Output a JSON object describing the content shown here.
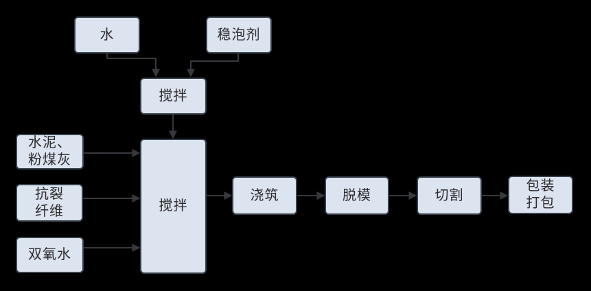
{
  "palette": {
    "canvas_bg": "#000000",
    "node_fill": "#dce4f0",
    "node_border": "#38414b",
    "node_text": "#2b2b2b",
    "edge_color": "#36393d"
  },
  "diagram_type": "process-flowchart",
  "nodes": {
    "water": {
      "label": "水"
    },
    "foam_stabilizer": {
      "label": "稳泡剂"
    },
    "premix_mixing": {
      "label": "搅拌"
    },
    "main_mixing": {
      "label": "搅拌"
    },
    "cement_fly_ash": {
      "label": "水泥、\n粉煤灰"
    },
    "anti_crack_fiber": {
      "label": "抗裂\n纤维"
    },
    "hydrogen_peroxide": {
      "label": "双氧水"
    },
    "pouring": {
      "label": "浇筑"
    },
    "demolding": {
      "label": "脱模"
    },
    "cutting": {
      "label": "切割"
    },
    "packing": {
      "label": "包装\n打包"
    }
  },
  "edges": [
    {
      "from": "water",
      "to": "premix_mixing"
    },
    {
      "from": "foam_stabilizer",
      "to": "premix_mixing"
    },
    {
      "from": "premix_mixing",
      "to": "main_mixing"
    },
    {
      "from": "cement_fly_ash",
      "to": "main_mixing"
    },
    {
      "from": "anti_crack_fiber",
      "to": "main_mixing"
    },
    {
      "from": "hydrogen_peroxide",
      "to": "main_mixing"
    },
    {
      "from": "main_mixing",
      "to": "pouring"
    },
    {
      "from": "pouring",
      "to": "demolding"
    },
    {
      "from": "demolding",
      "to": "cutting"
    },
    {
      "from": "cutting",
      "to": "packing"
    }
  ]
}
